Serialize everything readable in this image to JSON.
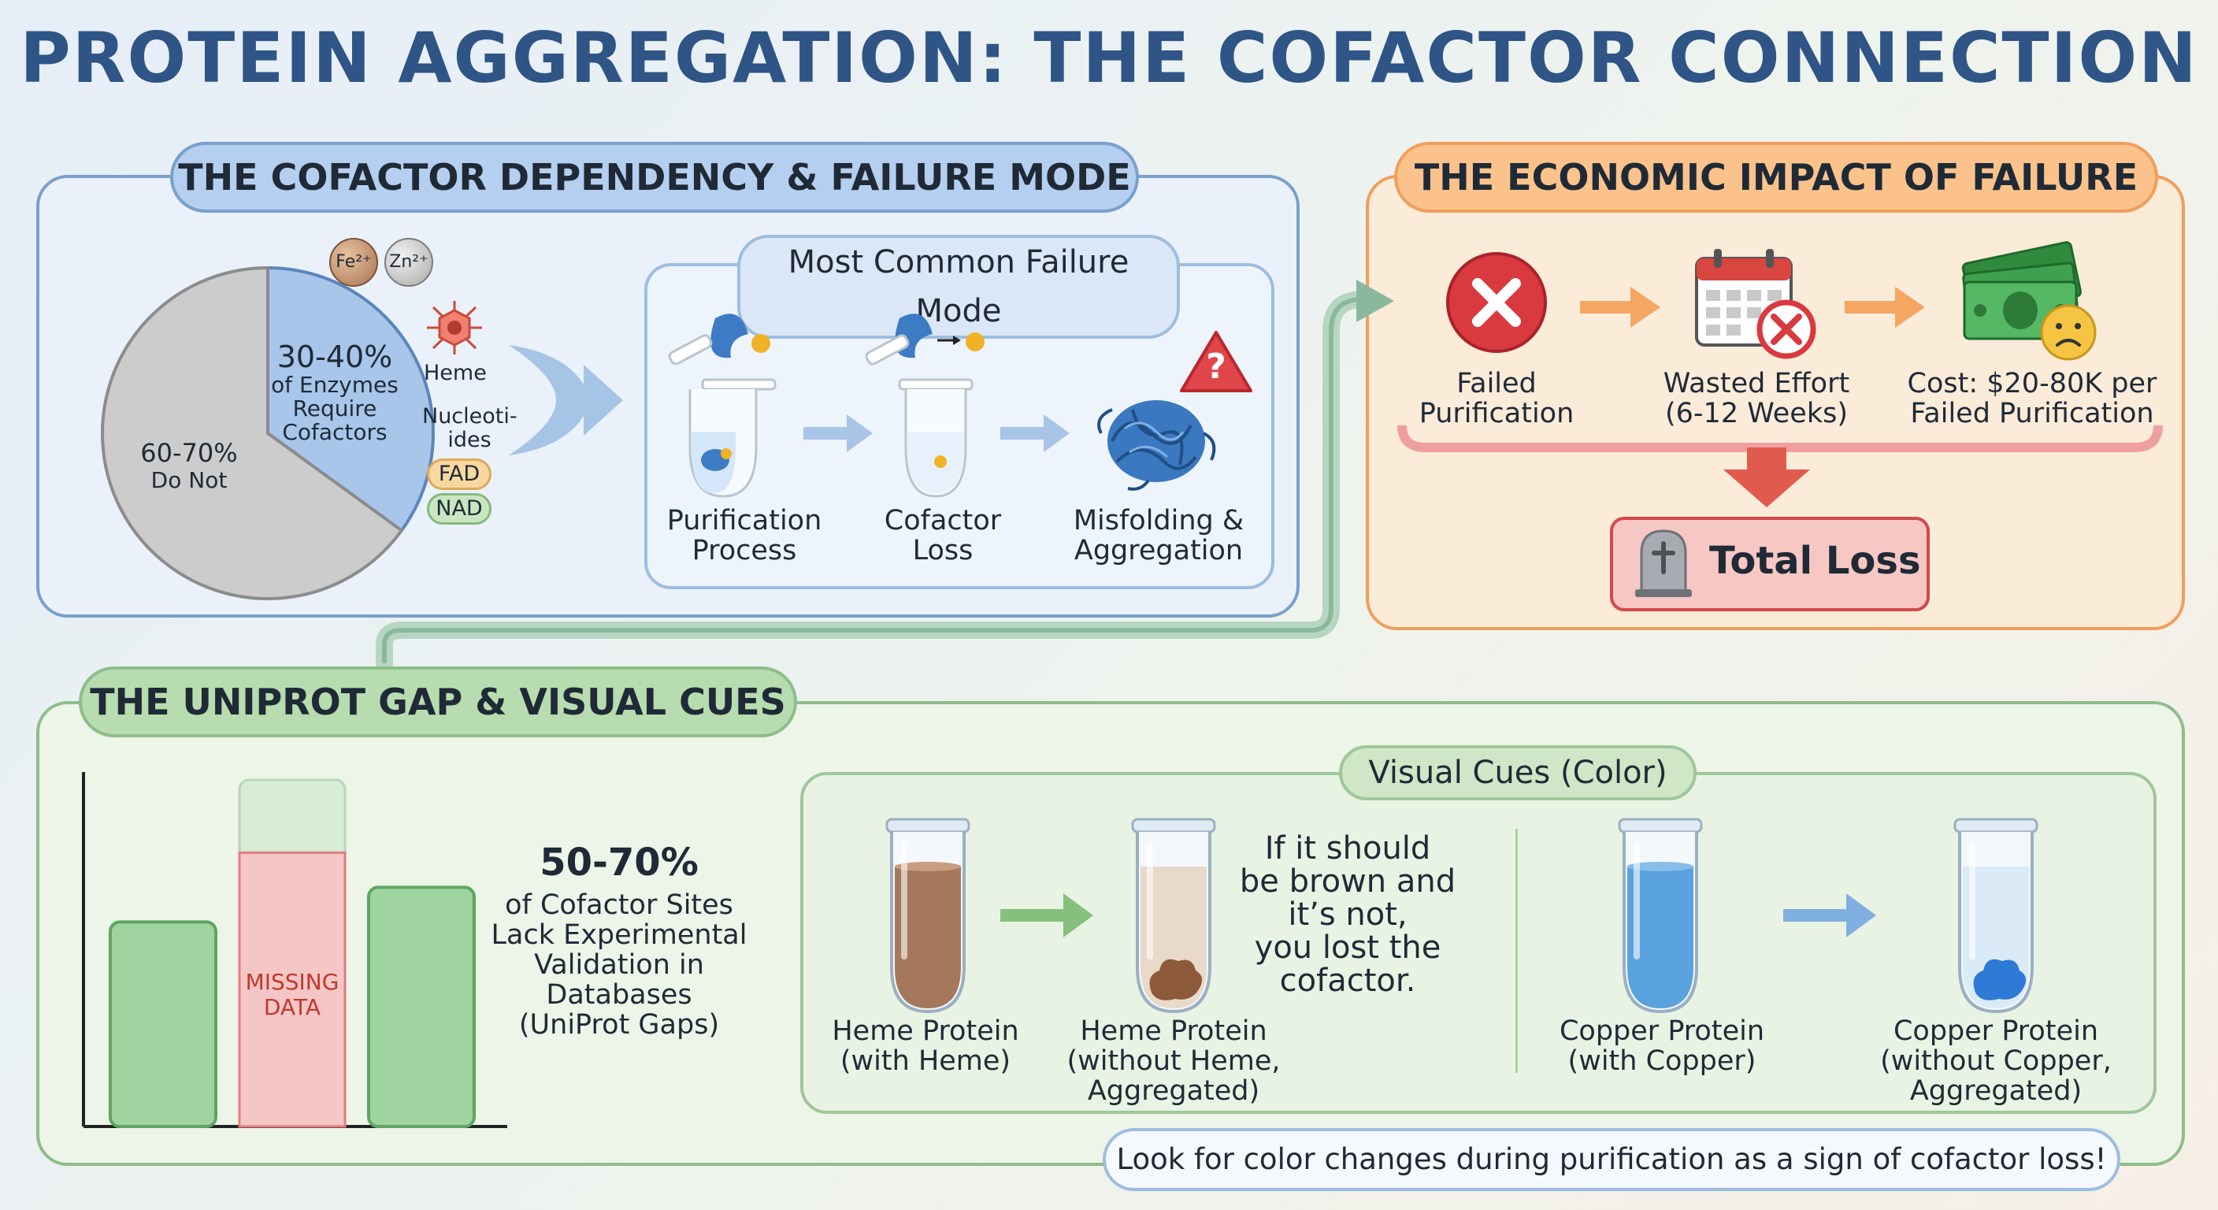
{
  "title": "PROTEIN AGGREGATION: THE COFACTOR CONNECTION",
  "colors": {
    "title": "#2f5486",
    "blue_section": "#7aa0cc",
    "orange_section": "#ef9f5c",
    "green_section": "#8fbd8a",
    "missing_red": "#f4c6c6",
    "bar_green": "#9fd3a0"
  },
  "dependency": {
    "heading": "THE COFACTOR DEPENDENCY & FAILURE MODE",
    "pie": {
      "slices": [
        {
          "value": 35,
          "range": "30-40%",
          "lines": [
            "of Enzymes",
            "Require",
            "Cofactors"
          ],
          "color": "#a8c6ea"
        },
        {
          "value": 65,
          "range": "60-70%",
          "lines": [
            "Do Not"
          ],
          "color": "#cccccc"
        }
      ]
    },
    "ions": [
      "Fe²⁺",
      "Zn²⁺"
    ],
    "heme_label": "Heme",
    "nucleotides_lines": [
      "Nucleoti-",
      "ides"
    ],
    "nucleotide_badges": [
      "FAD",
      "NAD"
    ],
    "failure_mode": {
      "heading": "Most Common Failure Mode",
      "steps": [
        {
          "lines": [
            "Purification",
            "Process"
          ],
          "icon": "tube-with-protein-icon"
        },
        {
          "lines": [
            "Cofactor",
            "Loss"
          ],
          "icon": "tube-cofactor-leaving-icon"
        },
        {
          "lines": [
            "Misfolding &",
            "Aggregation"
          ],
          "icon": "aggregate-tangle-icon"
        }
      ],
      "warning_symbol": "?"
    }
  },
  "economic": {
    "heading": "THE ECONOMIC IMPACT OF FAILURE",
    "steps": [
      {
        "lines": [
          "Failed",
          "Purification"
        ],
        "icon": "red-x-circle-icon"
      },
      {
        "lines": [
          "Wasted Effort",
          "(6-12 Weeks)"
        ],
        "icon": "calendar-cancel-icon"
      },
      {
        "lines": [
          "Cost: $20-80K per",
          "Failed Purification"
        ],
        "icon": "money-sad-icon"
      }
    ],
    "total_label": "Total Loss"
  },
  "uniprot": {
    "heading": "THE UNIPROT GAP & VISUAL CUES",
    "chart_data": {
      "type": "bar",
      "categories": [
        "",
        "",
        ""
      ],
      "values": [
        0.59,
        1.0,
        0.69
      ],
      "missing_index": 1,
      "missing_filled_fraction": 0.79,
      "missing_label_lines": [
        "MISSING",
        "DATA"
      ]
    },
    "stat": {
      "big": "50-70%",
      "lines": [
        "of Cofactor Sites",
        "Lack Experimental",
        "Validation in",
        "Databases",
        "(UniProt Gaps)"
      ]
    },
    "visual_cues": {
      "heading": "Visual Cues (Color)",
      "tubes": [
        {
          "lines": [
            "Heme Protein",
            "(with Heme)"
          ],
          "liquid_color": "#a5785c"
        },
        {
          "lines": [
            "Heme Protein",
            "(without Heme,",
            "Aggregated)"
          ],
          "liquid_color": "#e8d9c9"
        },
        {
          "lines": [
            "Copper Protein",
            "(with Copper)"
          ],
          "liquid_color": "#5aa2de"
        },
        {
          "lines": [
            "Copper Protein",
            "(without Copper,",
            "Aggregated)"
          ],
          "liquid_color": "#dbeaf7"
        }
      ],
      "note_lines": [
        "If it should",
        "be brown and",
        "it’s not,",
        "you lost the",
        "cofactor."
      ]
    },
    "tip": "Look for color changes during purification as a sign of cofactor loss!"
  }
}
